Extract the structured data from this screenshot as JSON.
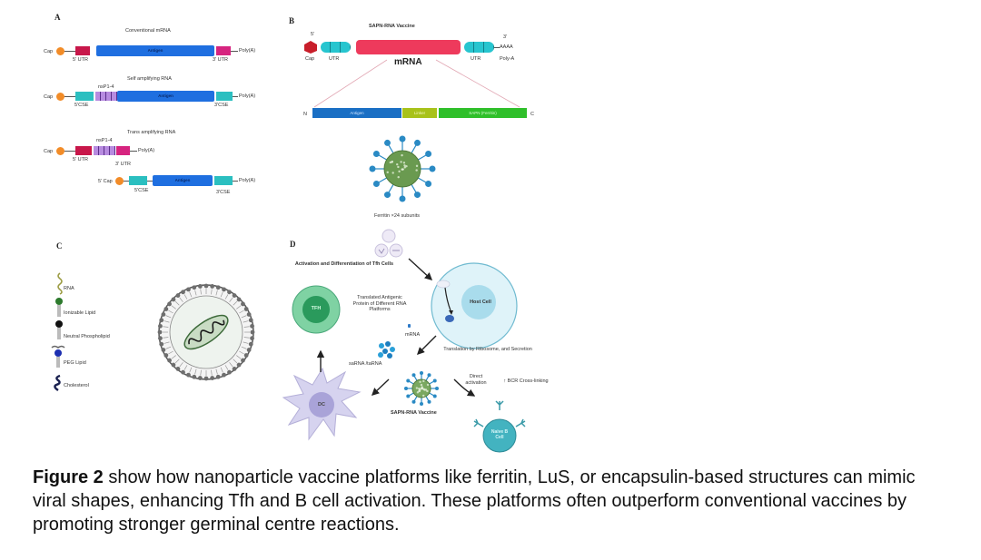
{
  "figure": {
    "panels": {
      "A": {
        "letter": "A",
        "conventional": {
          "title": "Conventional mRNA",
          "cap": "Cap",
          "utr5": "5' UTR",
          "antigen": "Antigen",
          "utr3": "3' UTR",
          "polya": "Poly(A)"
        },
        "self_amplifying": {
          "title": "Self amplifying RNA",
          "cap": "Cap",
          "nsp": "nsP1-4",
          "cse5": "5'CSE",
          "antigen": "Antigen",
          "cse3": "3'CSE",
          "polya": "Poly(A)"
        },
        "trans_amplifying": {
          "title": "Trans amplifying RNA",
          "cap": "Cap",
          "nsp": "nsP1-4",
          "utr5": "5' UTR",
          "utr3": "3' UTR",
          "polya": "Poly(A)",
          "cap2": "5' Cap",
          "cse5": "5'CSE",
          "antigen": "Antigen",
          "cse3": "3'CSE",
          "polya2": "Poly(A)"
        }
      },
      "B": {
        "letter": "B",
        "title": "SAPN-RNA Vaccine",
        "five_prime": "5'",
        "three_prime": "3'",
        "cap": "Cap",
        "utr_left": "UTR",
        "utr_right": "UTR",
        "mrna": "mRNA",
        "aaaa": "AAAA",
        "polya": "Poly-A",
        "n_term": "N",
        "c_term": "C",
        "antigen": "Antigen",
        "linker": "Linker",
        "sapn": "SAPN (Ferritin)",
        "nanoparticle_label": "Ferritin ×24 subunits"
      },
      "C": {
        "letter": "C",
        "legend": [
          {
            "label": "RNA",
            "icon": "rna-strand-icon"
          },
          {
            "label": "Ionizable Lipid",
            "icon": "ionizable-lipid-icon"
          },
          {
            "label": "Neutral Phospholipid",
            "icon": "neutral-phospholipid-icon"
          },
          {
            "label": "PEG Lipid",
            "icon": "peg-lipid-icon"
          },
          {
            "label": "Cholesterol",
            "icon": "cholesterol-icon"
          }
        ]
      },
      "D": {
        "letter": "D",
        "tfh_title": "Activation and Differentiation of Tfh Cells",
        "tfh": "TFH",
        "translated": "Translated Antigenic Protein of Different RNA Platforms",
        "host_cell": "Host Cell",
        "mrna": "mRNA",
        "translation": "Translation by Ribosome, and Secretion",
        "sarna": "saRNA /taRNA",
        "direct": "Direct activation",
        "bcr": "↑ BCR Cross-linking",
        "vaccine": "SAPN-RNA Vaccine",
        "dc": "DC",
        "bcell": "Naive B Cell"
      }
    },
    "colors": {
      "cap_orange": "#f28c28",
      "utr_red": "#c8174a",
      "antigen_blue": "#1f6fe0",
      "utr3_magenta": "#d6247f",
      "cse_teal": "#2bbfc0",
      "nsp_purple": "#b78be0",
      "mrna_pink": "#ee3a5c",
      "linker_olive": "#a8c21a",
      "sapn_green": "#2fbf2a",
      "tfh_green": "#3aaa6a",
      "host_blue": "#bfe7f2"
    }
  },
  "caption": {
    "label": "Figure 2",
    "text": " show how nanoparticle vaccine platforms like ferritin, LuS, or encapsulin-based structures can mimic viral shapes, enhancing Tfh and B cell activation. These platforms often outperform conventional vaccines by promoting stronger germinal centre reactions."
  }
}
